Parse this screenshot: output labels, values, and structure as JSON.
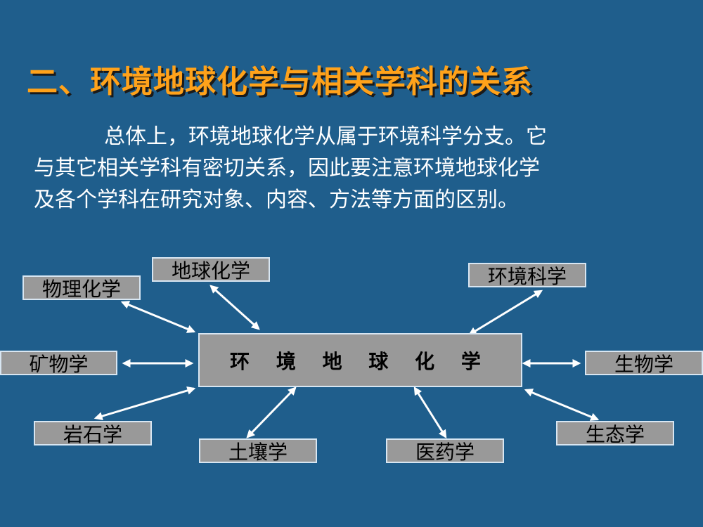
{
  "slide": {
    "title": "二、环境地球化学与相关学科的关系",
    "paragraph": [
      "总体上，环境地球化学从属于环境科学分支。它",
      "与其它相关学科有密切关系，因此要注意环境地球化学",
      "及各个学科在研究对象、内容、方法等方面的区别。"
    ],
    "colors": {
      "background": "#1f5e8c",
      "title": "#ffa21a",
      "box_fill": "#999999",
      "box_border": "#d8e6f2",
      "arrow": "#ffffff"
    }
  },
  "diagram": {
    "center": "环 境 地 球 化 学",
    "nodes": {
      "physical_chemistry": "物理化学",
      "geochemistry": "地球化学",
      "environmental_science": "环境科学",
      "mineralogy": "矿物学",
      "biology": "生物学",
      "petrology": "岩石学",
      "soil_science": "土壤学",
      "medicine": "医药学",
      "ecology": "生态学"
    },
    "edges": [
      [
        "环境地球化学",
        "物理化学"
      ],
      [
        "环境地球化学",
        "地球化学"
      ],
      [
        "环境地球化学",
        "环境科学"
      ],
      [
        "环境地球化学",
        "矿物学"
      ],
      [
        "环境地球化学",
        "生物学"
      ],
      [
        "环境地球化学",
        "岩石学"
      ],
      [
        "环境地球化学",
        "土壤学"
      ],
      [
        "环境地球化学",
        "医药学"
      ],
      [
        "环境地球化学",
        "生态学"
      ]
    ],
    "edge_type": "bidirectional-arrow"
  }
}
